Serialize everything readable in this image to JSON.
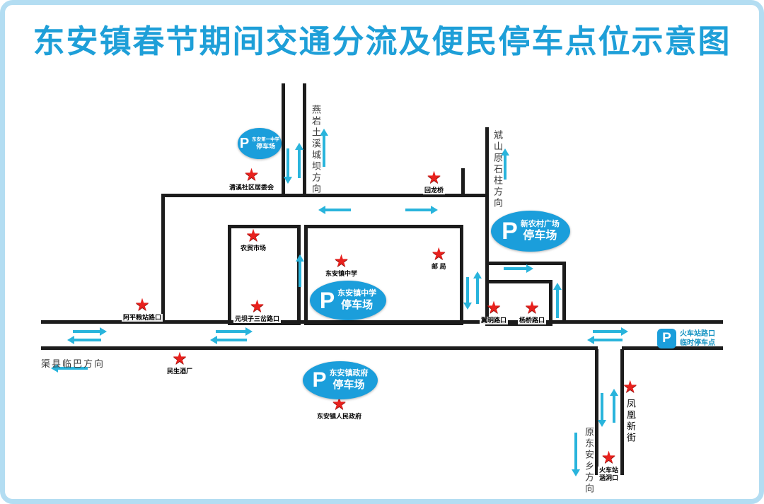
{
  "title": "东安镇春节期间交通分流及便民停车点位示意图",
  "colors": {
    "title": "#1e9fd8",
    "road": "#1c1c1c",
    "arrow": "#29b4dc",
    "star": "#e8211d",
    "parking_blue": "#1b9edb",
    "frame": "#b3ddf2",
    "parking_side_text": "#1593c2"
  },
  "parking_lots": [
    {
      "symbol": "P",
      "line1": "东安第一中学",
      "line2": "停车场"
    },
    {
      "symbol": "P",
      "line1": "新农村广场",
      "line2": "停车场"
    },
    {
      "symbol": "P",
      "line1": "东安镇中学",
      "line2": "停车场"
    },
    {
      "symbol": "P",
      "line1": "东安镇政府",
      "line2": "停车场"
    },
    {
      "symbol": "P",
      "line1": "火车站路口",
      "line2": "临时停车点"
    }
  ],
  "landmarks": [
    {
      "label": "清溪社区居委会"
    },
    {
      "label": "回龙桥"
    },
    {
      "label": "农贸市场"
    },
    {
      "label": "东安镇中学"
    },
    {
      "label": "邮 局"
    },
    {
      "label": "阿平粮站路口"
    },
    {
      "label": "元坝子三岔路口"
    },
    {
      "label": "翼明路口"
    },
    {
      "label": "杨桥路口"
    },
    {
      "label": "民生酒厂"
    },
    {
      "label": "东安镇人民政府"
    },
    {
      "label": "凤凰新街"
    },
    {
      "label": "火车站",
      "label2": "涵洞口"
    }
  ],
  "directions": [
    {
      "label": "燕岩土溪城坝方向"
    },
    {
      "label": "斌山原石柱方向"
    },
    {
      "label": "渠县临巴方向"
    },
    {
      "label": "原东安乡方向"
    }
  ]
}
